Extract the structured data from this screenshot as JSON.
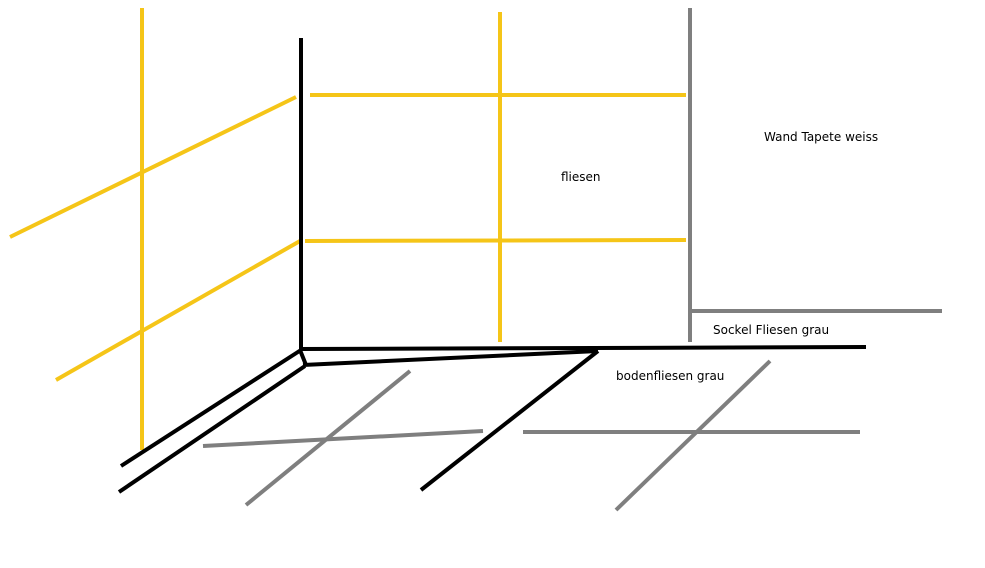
{
  "labels": {
    "wall": "Wand Tapete weiss",
    "tiles": "fliesen",
    "skirting": "Sockel Fliesen grau",
    "floor": "bodenfliesen grau"
  },
  "colors": {
    "tile_lines": "#f5c518",
    "grey_lines": "#7f7f7f",
    "edges": "#000000"
  }
}
